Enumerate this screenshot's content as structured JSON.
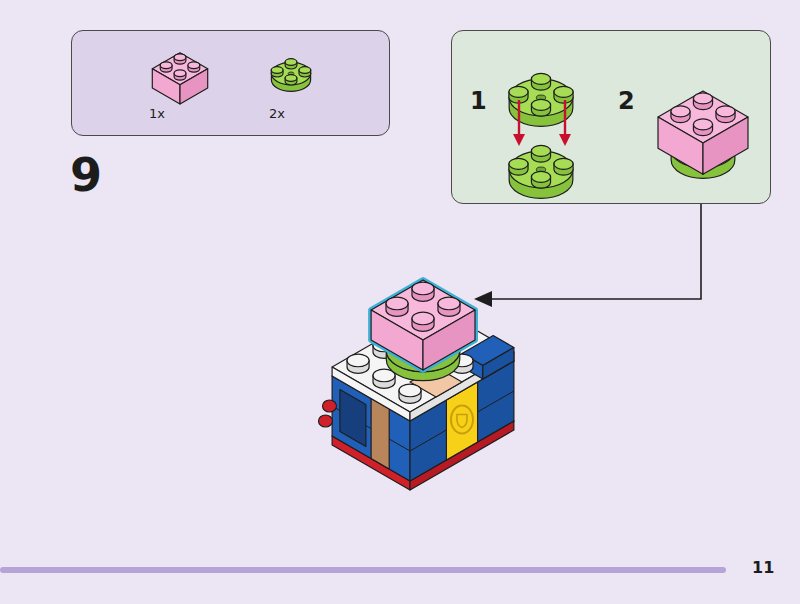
{
  "diagram": {
    "nodes": [
      {
        "text": [
          "1x",
          "2x"
        ]
      },
      {
        "text": [
          "1",
          "2"
        ]
      }
    ],
    "labels": [
      "9",
      "11"
    ]
  }
}
